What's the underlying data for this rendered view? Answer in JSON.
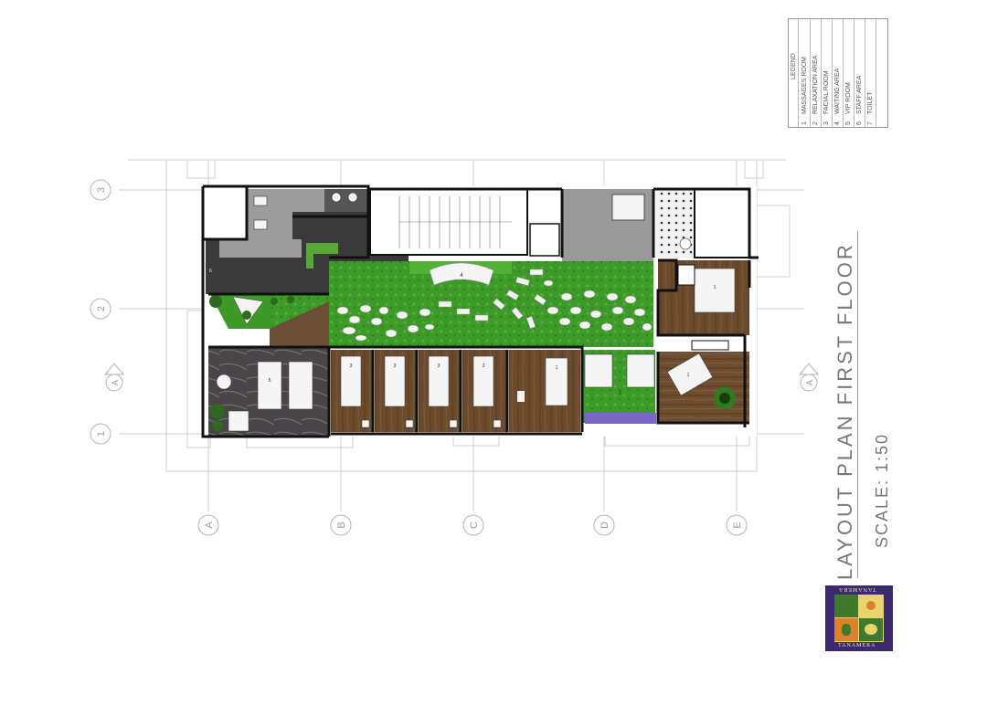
{
  "legend": {
    "heading": "LEGEND",
    "items": [
      {
        "num": "1",
        "label": "MASSAGES ROOM"
      },
      {
        "num": "2",
        "label": "RELAXATION AREA"
      },
      {
        "num": "3",
        "label": "FACIAL ROOM"
      },
      {
        "num": "4",
        "label": "WAITING AREA"
      },
      {
        "num": "5",
        "label": "VIP ROOM"
      },
      {
        "num": "6",
        "label": "STAFF AREA"
      },
      {
        "num": "7",
        "label": "TOILET"
      }
    ]
  },
  "title": "LAYOUT PLAN FIRST FLOOR",
  "scale": "SCALE: 1:50",
  "grid": {
    "rows": [
      "3",
      "2",
      "1"
    ],
    "cols": [
      "A",
      "B",
      "C",
      "D",
      "E"
    ],
    "section": "A"
  },
  "rooms": {
    "massage_1a": "1",
    "massage_1b": "1",
    "massage_1c": "1",
    "facial_3a": "3",
    "facial_3b": "3",
    "facial_3c": "3",
    "facial_3d": "3",
    "waiting_4": "4",
    "vip_5": "5",
    "staff_6": "6",
    "relax_2": "2"
  },
  "logo": {
    "text_top": "TANAMERA",
    "text_bottom": "TANAMERA",
    "colors": {
      "frame": "#3b2a6e",
      "gold": "#e9d36a",
      "green": "#3f7a2a",
      "orange": "#d9822b"
    }
  },
  "colors": {
    "wood": "#6b4a2e",
    "grass": "#3f9a2a",
    "stone": "#e8e8e8",
    "dark_floor": "#3a3a3a",
    "grey_floor": "#9a9a9a",
    "wall": "#111111"
  }
}
